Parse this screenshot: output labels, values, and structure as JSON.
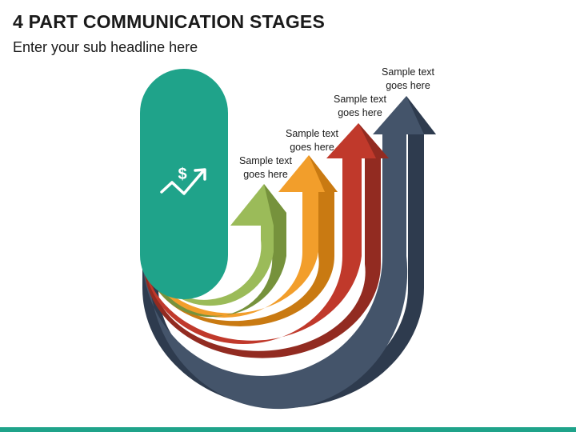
{
  "title": "4 PART COMMUNICATION STAGES",
  "subtitle": "Enter your sub headline here",
  "stages": [
    {
      "line1": "Sample text",
      "line2": "goes here",
      "color": "#9bbb59",
      "shade": "#76923c"
    },
    {
      "line1": "Sample text",
      "line2": "goes here",
      "color": "#f29e2b",
      "shade": "#c97a12"
    },
    {
      "line1": "Sample text",
      "line2": "goes here",
      "color": "#c0392b",
      "shade": "#922b21"
    },
    {
      "line1": "Sample text",
      "line2": "goes here",
      "color": "#44546a",
      "shade": "#2e3b4e"
    }
  ],
  "pill": {
    "color": "#1fa38a",
    "icon": "dollar-growth-icon"
  },
  "accent_bar": "#1fa38a"
}
